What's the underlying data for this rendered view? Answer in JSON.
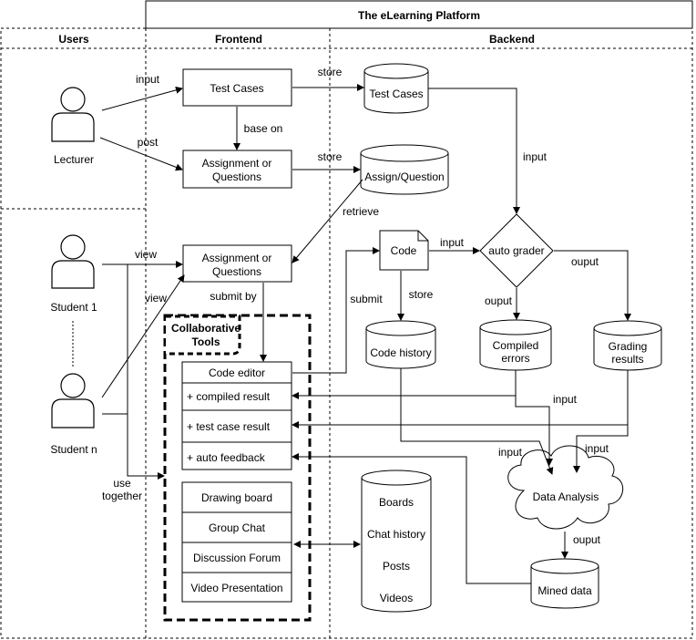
{
  "title": "The eLearning Platform",
  "lanes": {
    "users": "Users",
    "frontend": "Frontend",
    "backend": "Backend"
  },
  "actors": {
    "lecturer": "Lecturer",
    "student1": "Student 1",
    "studentn": "Student n"
  },
  "frontend": {
    "test_cases": "Test Cases",
    "assignment_line1": "Assignment or",
    "assignment_line2": "Questions",
    "collab_line1": "Collaborative",
    "collab_line2": "Tools",
    "code_editor": "Code editor",
    "compiled_result": "+ compiled result",
    "test_case_result": "+ test case result",
    "auto_feedback": "+ auto feedback",
    "drawing_board": "Drawing board",
    "group_chat": "Group Chat",
    "discussion_forum": "Discussion Forum",
    "video_presentation": "Video Presentation"
  },
  "backend": {
    "test_cases_db": "Test Cases",
    "assign_question_db": "Assign/Question",
    "code_doc": "Code",
    "auto_grader": "auto grader",
    "code_history": "Code history",
    "compiled_errors_line1": "Compiled",
    "compiled_errors_line2": "errors",
    "grading_results_line1": "Grading",
    "grading_results_line2": "results",
    "data_analysis": "Data Analysis",
    "mined_data": "Mined data",
    "boards": "Boards",
    "chat_history": "Chat history",
    "posts": "Posts",
    "videos": "Videos"
  },
  "edge_labels": {
    "input1": "input",
    "post": "post",
    "base_on": "base on",
    "store1": "store",
    "store2": "store",
    "input_grader": "input",
    "retrieve": "retrieve",
    "view1": "view",
    "view2": "view",
    "submit_by": "submit by",
    "input_code": "input",
    "submit": "submit",
    "store3": "store",
    "ouput1": "ouput",
    "ouput2": "ouput",
    "input_da1": "input",
    "input_da2": "input",
    "input_da3": "input",
    "ouput3": "ouput",
    "use_together_line1": "use",
    "use_together_line2": "together"
  }
}
